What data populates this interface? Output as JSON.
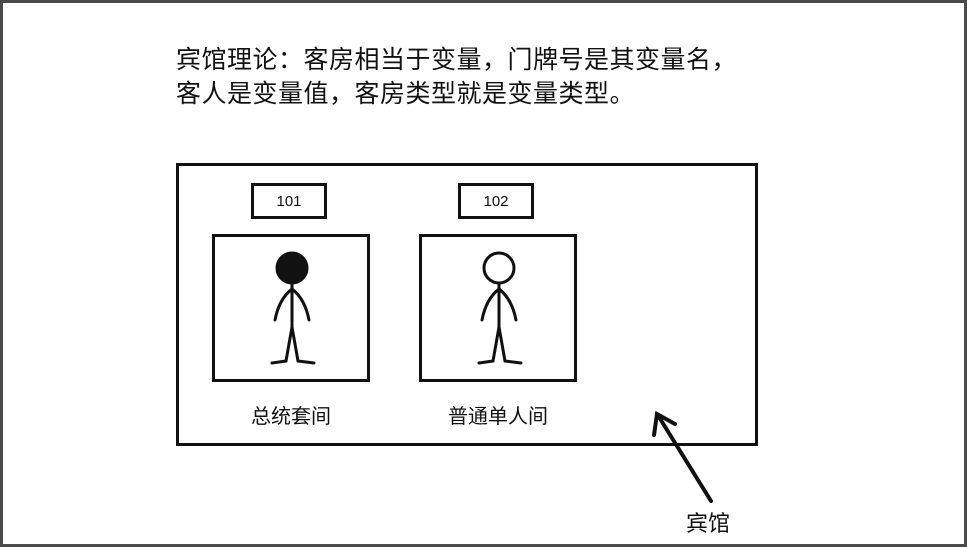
{
  "caption": {
    "line1": "宾馆理论：客房相当于变量，门牌号是其变量名，",
    "line2": "客人是变量值，客房类型就是变量类型。"
  },
  "rooms": [
    {
      "number": "101",
      "type": "总统套间",
      "guest": "filled"
    },
    {
      "number": "102",
      "type": "普通单人间",
      "guest": "outline"
    }
  ],
  "hotel_label": "宾馆",
  "colors": {
    "line": "#111111",
    "frame": "#4a4a4a",
    "background": "#ffffff"
  }
}
